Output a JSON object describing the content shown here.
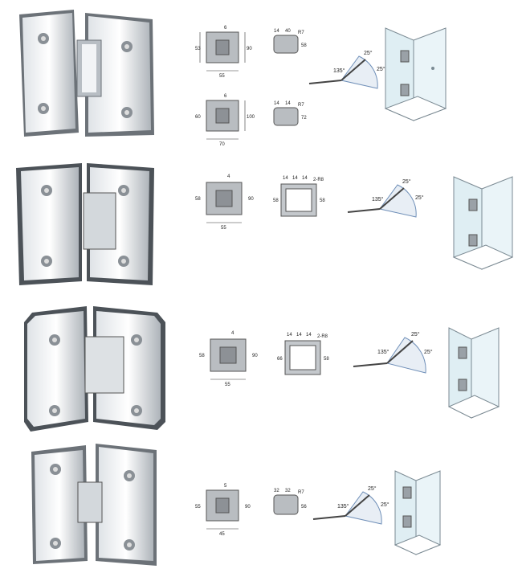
{
  "colors": {
    "metal_light": "#f4f6f8",
    "metal_mid": "#c9ced4",
    "metal_dark": "#5d6369",
    "diagram_gray": "#b9bdc1",
    "arc_blue": "#6f8fb8",
    "glass": "#dfeef3"
  },
  "rows": [
    {
      "icons": [
        "glass-to-glass-hinge-icon",
        "cross-section-icon",
        "angle-diagram-icon",
        "shower-installation-icon"
      ],
      "front_a": {
        "top": "6",
        "left": "53",
        "right": "90",
        "bottom": "55"
      },
      "section_a": {
        "top_left": "14",
        "top_right": "40",
        "corner": "R7",
        "side": "58"
      },
      "front_b": {
        "top": "6",
        "left": "60",
        "right": "100",
        "bottom": "70"
      },
      "section_b": {
        "top_left": "14",
        "top_right": "14",
        "corner": "R7",
        "side": "72"
      },
      "angles": {
        "main": "135°",
        "a": "25°",
        "b": "25°"
      }
    },
    {
      "front": {
        "top": "4",
        "left": "58",
        "right": "90",
        "bottom": "55"
      },
      "section": {
        "t1": "14",
        "t2": "14",
        "t3": "14",
        "corner": "2-R8",
        "left": "58",
        "right": "58"
      },
      "angles": {
        "main": "135°",
        "a": "25°",
        "b": "25°"
      }
    },
    {
      "front": {
        "top": "4",
        "left": "58",
        "right": "90",
        "bottom": "55"
      },
      "section": {
        "t1": "14",
        "t2": "14",
        "t3": "14",
        "corner": "2-R8",
        "left": "66",
        "right": "58"
      },
      "angles": {
        "main": "135°",
        "a": "25°",
        "b": "25°"
      }
    },
    {
      "front": {
        "top": "5",
        "left": "55",
        "right": "90",
        "bottom": "45"
      },
      "section": {
        "top_left": "32",
        "top_right": "32",
        "corner": "R7",
        "side": "56"
      },
      "angles": {
        "main": "135°",
        "a": "25°",
        "b": "25°"
      }
    }
  ]
}
